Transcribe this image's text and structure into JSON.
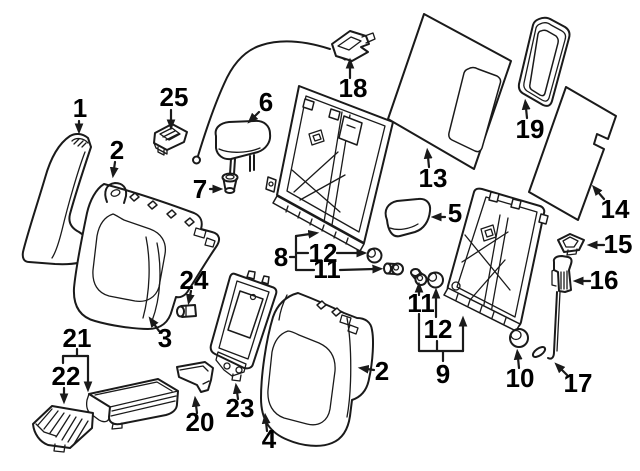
{
  "meta": {
    "kind": "exploded-parts-diagram",
    "subject": "rear seat back components",
    "background_color": "#ffffff",
    "line_color": "#1a1a1a",
    "label_color": "#000000"
  },
  "callouts": [
    {
      "id": "callout-1",
      "text": "1"
    },
    {
      "id": "callout-2-left",
      "text": "2"
    },
    {
      "id": "callout-25",
      "text": "25"
    },
    {
      "id": "callout-6",
      "text": "6"
    },
    {
      "id": "callout-18",
      "text": "18"
    },
    {
      "id": "callout-13",
      "text": "13"
    },
    {
      "id": "callout-19",
      "text": "19"
    },
    {
      "id": "callout-14",
      "text": "14"
    },
    {
      "id": "callout-5",
      "text": "5"
    },
    {
      "id": "callout-7",
      "text": "7"
    },
    {
      "id": "callout-15",
      "text": "15"
    },
    {
      "id": "callout-16",
      "text": "16"
    },
    {
      "id": "callout-8",
      "text": "8"
    },
    {
      "id": "callout-12-a",
      "text": "12"
    },
    {
      "id": "callout-11-a",
      "text": "11"
    },
    {
      "id": "callout-24",
      "text": "24"
    },
    {
      "id": "callout-11-b",
      "text": "11"
    },
    {
      "id": "callout-12-b",
      "text": "12"
    },
    {
      "id": "callout-9",
      "text": "9"
    },
    {
      "id": "callout-2-right",
      "text": "2"
    },
    {
      "id": "callout-3",
      "text": "3"
    },
    {
      "id": "callout-21",
      "text": "21"
    },
    {
      "id": "callout-22",
      "text": "22"
    },
    {
      "id": "callout-20",
      "text": "20"
    },
    {
      "id": "callout-23",
      "text": "23"
    },
    {
      "id": "callout-4",
      "text": "4"
    },
    {
      "id": "callout-10",
      "text": "10"
    },
    {
      "id": "callout-17",
      "text": "17"
    }
  ]
}
